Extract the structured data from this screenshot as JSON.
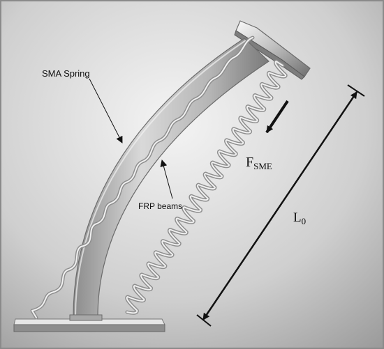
{
  "labels": {
    "sma_spring": "SMA Spring",
    "frp_beams": "FRP beams",
    "force_main": "F",
    "force_sub": "SME",
    "length_main": "L",
    "length_sub": "0"
  },
  "colors": {
    "frame": "#8a8a8a",
    "background_light": "#f4f4f4",
    "background_dark": "#9a9a9a",
    "metal_light": "#f2f2f2",
    "metal_dark": "#6e6e6e",
    "ink": "#111111"
  }
}
